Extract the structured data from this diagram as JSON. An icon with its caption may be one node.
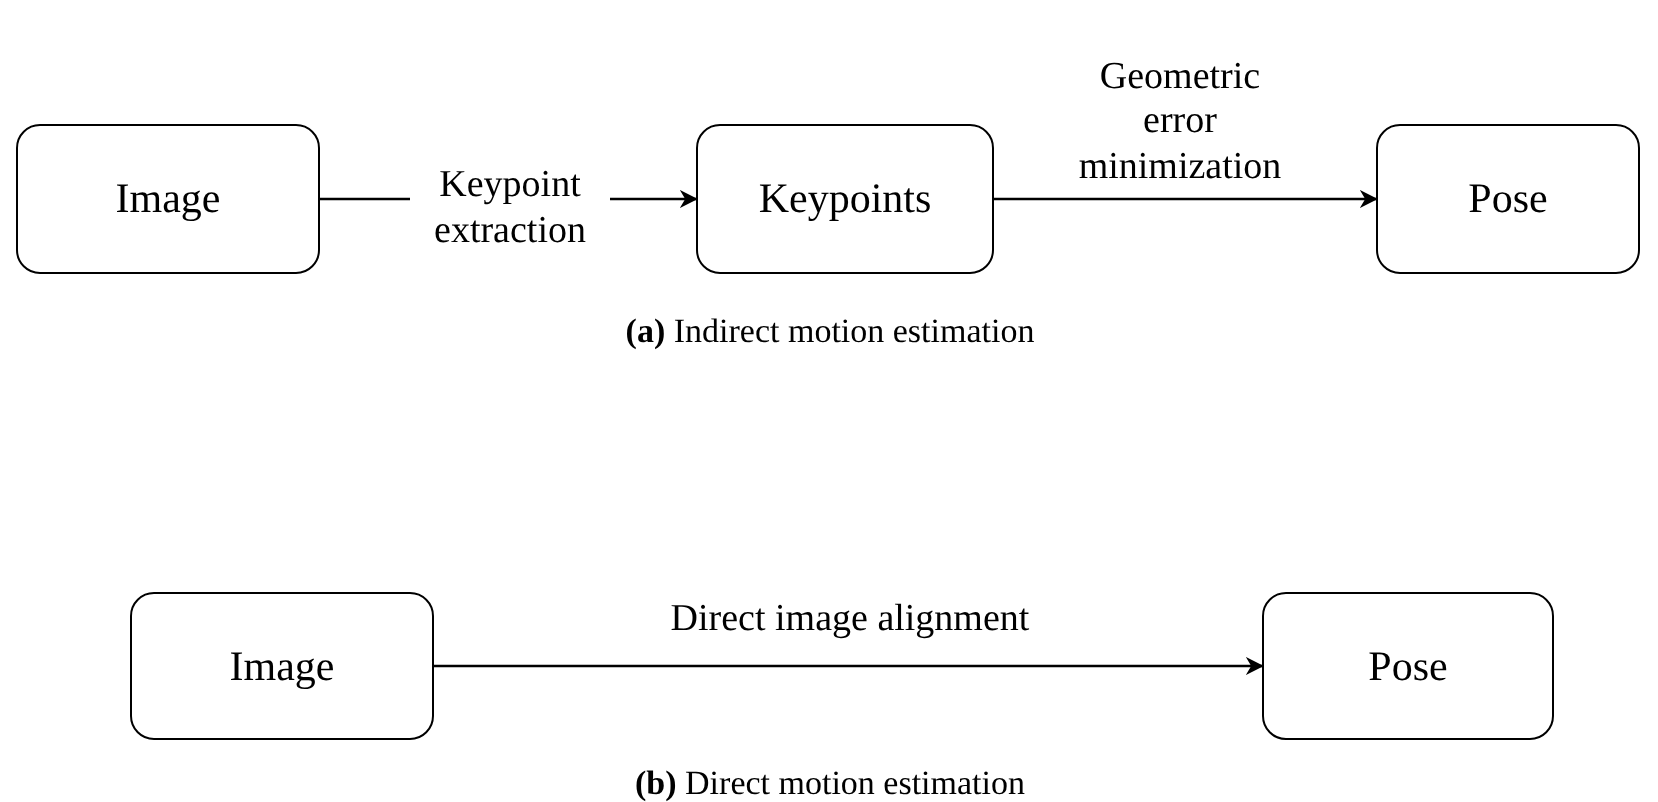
{
  "diagram": {
    "nodes": [
      {
        "text": [
          "Image"
        ]
      },
      {
        "text": [
          "Keypoints"
        ]
      },
      {
        "text": [
          "Pose"
        ]
      },
      {
        "text": [
          "Image"
        ]
      },
      {
        "text": [
          "Pose"
        ]
      }
    ],
    "edges": [
      {
        "from": 0,
        "to": 1,
        "arrow": "to",
        "label": "Keypoint extraction"
      },
      {
        "from": 1,
        "to": 2,
        "arrow": "to",
        "label": "Geometric error minimization"
      },
      {
        "from": 3,
        "to": 4,
        "arrow": "to",
        "label": "Direct image alignment"
      }
    ],
    "labels": [
      "**(a)** Indirect motion estimation",
      "**(b)** Direct motion estimation"
    ]
  }
}
